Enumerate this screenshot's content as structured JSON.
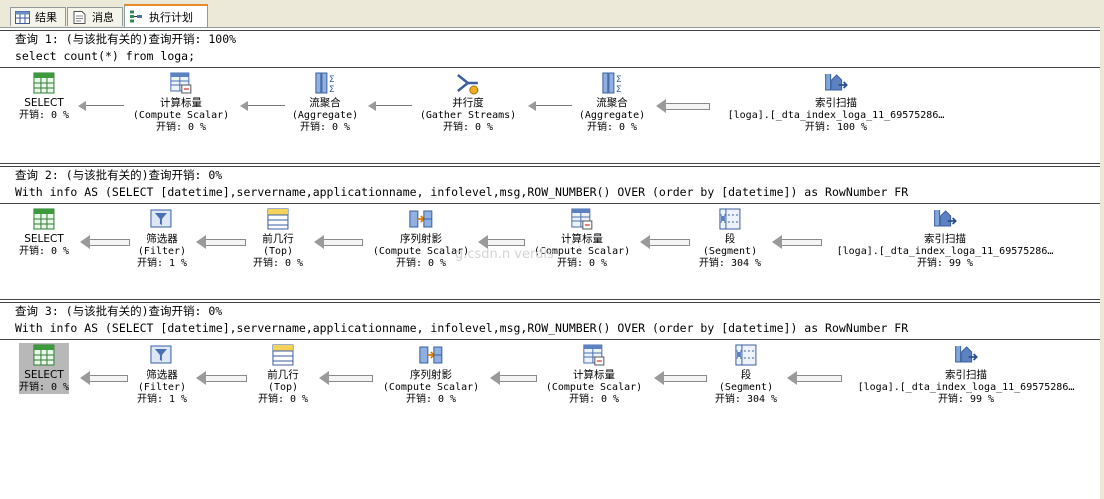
{
  "tabs": [
    {
      "label": "结果",
      "icon": "grid-icon"
    },
    {
      "label": "消息",
      "icon": "message-icon"
    },
    {
      "label": "执行计划",
      "icon": "execution-plan-icon"
    }
  ],
  "queries": [
    {
      "header": "查询 1: (与该批有关的)查询开销: 100%",
      "sql": "select count(*) from loga;",
      "nodes": [
        {
          "title": "SELECT",
          "sub": "",
          "cost": "开销: 0 %",
          "icon": "select-icon"
        },
        {
          "title": "计算标量",
          "sub": "(Compute Scalar)",
          "cost": "开销: 0 %",
          "icon": "compute-scalar-icon"
        },
        {
          "title": "流聚合",
          "sub": "(Aggregate)",
          "cost": "开销: 0 %",
          "icon": "stream-aggregate-icon"
        },
        {
          "title": "并行度",
          "sub": "(Gather Streams)",
          "cost": "开销: 0 %",
          "icon": "gather-streams-icon"
        },
        {
          "title": "流聚合",
          "sub": "(Aggregate)",
          "cost": "开销: 0 %",
          "icon": "stream-aggregate-icon"
        },
        {
          "title": "索引扫描",
          "sub": "[loga].[_dta_index_loga_11_69575286…",
          "cost": "开销: 100 %",
          "icon": "index-scan-icon"
        }
      ]
    },
    {
      "header": "查询 2: (与该批有关的)查询开销: 0%",
      "sql": "With info AS (SELECT [datetime],servername,applicationname, infolevel,msg,ROW_NUMBER() OVER (order by [datetime]) as RowNumber FR",
      "nodes": [
        {
          "title": "SELECT",
          "sub": "",
          "cost": "开销: 0 %",
          "icon": "select-icon"
        },
        {
          "title": "筛选器",
          "sub": "(Filter)",
          "cost": "开销: 1 %",
          "icon": "filter-icon"
        },
        {
          "title": "前几行",
          "sub": "(Top)",
          "cost": "开销: 0 %",
          "icon": "top-icon"
        },
        {
          "title": "序列射影",
          "sub": "(Compute Scalar)",
          "cost": "开销: 0 %",
          "icon": "sequence-project-icon"
        },
        {
          "title": "计算标量",
          "sub": "(Compute Scalar)",
          "cost": "开销: 0 %",
          "icon": "compute-scalar-icon"
        },
        {
          "title": "段",
          "sub": "(Segment)",
          "cost": "开销: 304 %",
          "icon": "segment-icon"
        },
        {
          "title": "索引扫描",
          "sub": "[loga].[_dta_index_loga_11_69575286…",
          "cost": "开销: 99 %",
          "icon": "index-scan-icon"
        }
      ]
    },
    {
      "header": "查询 3: (与该批有关的)查询开销: 0%",
      "sql": "With info AS (SELECT [datetime],servername,applicationname, infolevel,msg,ROW_NUMBER() OVER (order by [datetime]) as RowNumber FR",
      "nodes": [
        {
          "title": "SELECT",
          "sub": "",
          "cost": "开销: 0 %",
          "icon": "select-icon"
        },
        {
          "title": "筛选器",
          "sub": "(Filter)",
          "cost": "开销: 1 %",
          "icon": "filter-icon"
        },
        {
          "title": "前几行",
          "sub": "(Top)",
          "cost": "开销: 0 %",
          "icon": "top-icon"
        },
        {
          "title": "序列射影",
          "sub": "(Compute Scalar)",
          "cost": "开销: 0 %",
          "icon": "sequence-project-icon"
        },
        {
          "title": "计算标量",
          "sub": "(Compute Scalar)",
          "cost": "开销: 0 %",
          "icon": "compute-scalar-icon"
        },
        {
          "title": "段",
          "sub": "(Segment)",
          "cost": "开销: 304 %",
          "icon": "segment-icon"
        },
        {
          "title": "索引扫描",
          "sub": "[loga].[_dta_index_loga_11_69575286…",
          "cost": "开销: 99 %",
          "icon": "index-scan-icon"
        }
      ]
    }
  ],
  "watermark": "g.csdn.n          verdis"
}
